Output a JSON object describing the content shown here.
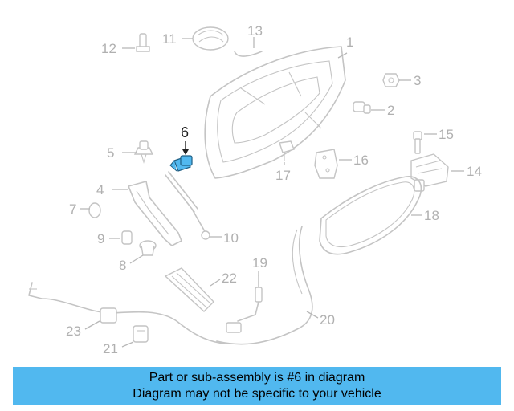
{
  "diagram": {
    "highlighted_part": "6",
    "highlight_color": "#51b8ef",
    "callouts": [
      "1",
      "2",
      "3",
      "4",
      "5",
      "6",
      "7",
      "8",
      "9",
      "10",
      "11",
      "12",
      "13",
      "14",
      "15",
      "16",
      "17",
      "18",
      "19",
      "20",
      "21",
      "22",
      "23"
    ]
  },
  "banner": {
    "background": "#51b8ef",
    "line1": "Part or sub-assembly is #6 in diagram",
    "line2": "Diagram may not be specific to your vehicle"
  }
}
